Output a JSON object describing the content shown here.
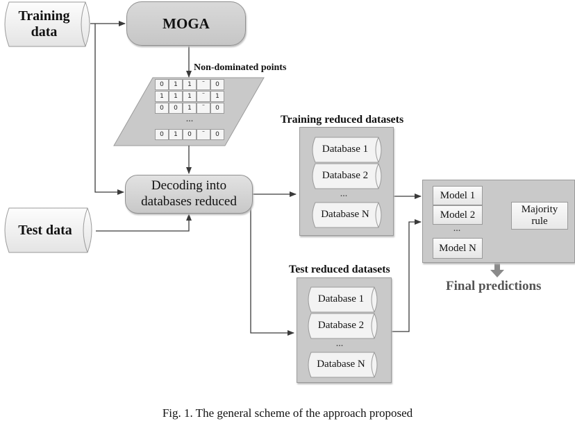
{
  "diagram": {
    "inputs": {
      "training_data": "Training\ndata",
      "test_data": "Test data"
    },
    "moga": {
      "label": "MOGA"
    },
    "non_dominated": {
      "label": "Non-dominated points",
      "rows": [
        [
          "0",
          "1",
          "1",
          "¨",
          "0"
        ],
        [
          "1",
          "1",
          "1",
          "¨",
          "1"
        ],
        [
          "0",
          "0",
          "1",
          "¨",
          "0"
        ]
      ],
      "ellipsis": "...",
      "last_row": [
        "0",
        "1",
        "0",
        "¨",
        "0"
      ]
    },
    "decoding": {
      "label": "Decoding into\ndatabases reduced"
    },
    "training_reduced": {
      "title": "Training reduced datasets",
      "db1": "Database 1",
      "db2": "Database 2",
      "ellipsis": "...",
      "dbn": "Database N"
    },
    "test_reduced": {
      "title": "Test reduced datasets",
      "db1": "Database 1",
      "db2": "Database 2",
      "ellipsis": "...",
      "dbn": "Database N"
    },
    "ensemble": {
      "model1": "Model 1",
      "model2": "Model 2",
      "ellipsis": "...",
      "modeln": "Model N",
      "majority": "Majority\nrule"
    },
    "final_predictions": "Final predictions",
    "caption": "Fig. 1. The general scheme of the approach proposed"
  }
}
